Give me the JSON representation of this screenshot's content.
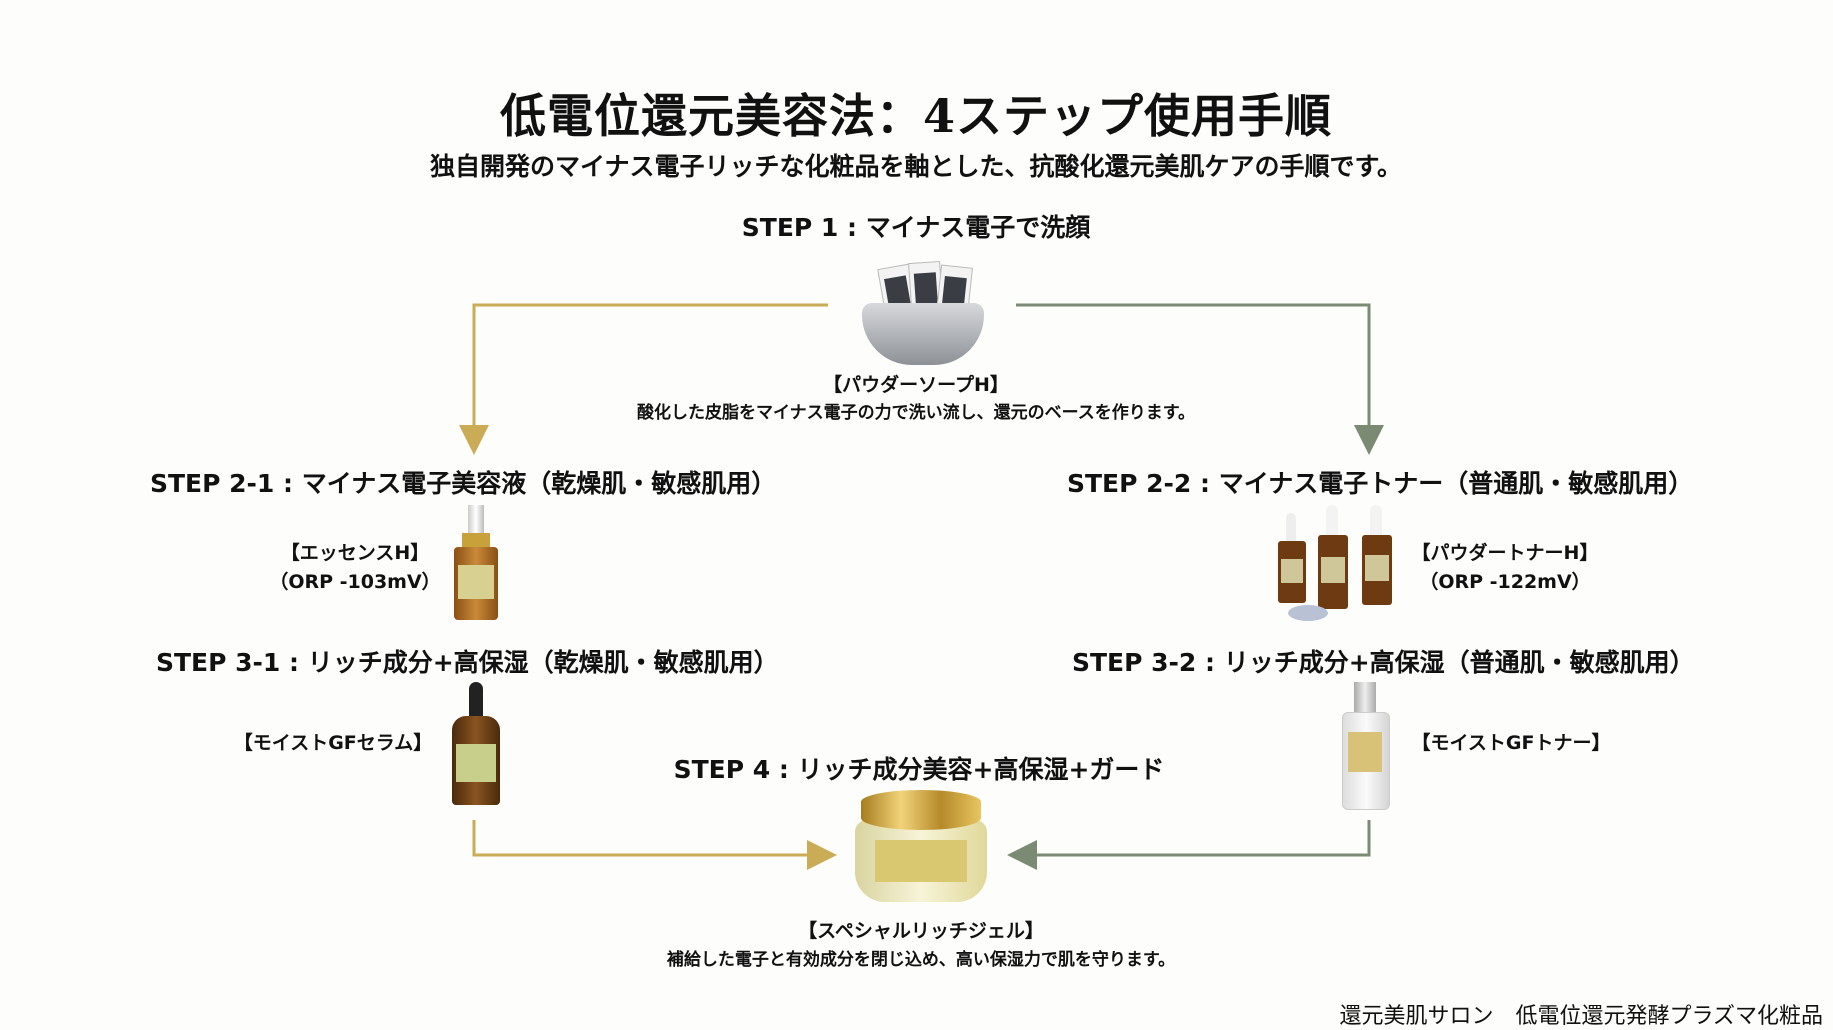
{
  "title": "低電位還元美容法：4ステップ使用手順",
  "subtitle": "独自開発のマイナス電子リッチな化粧品を軸とした、抗酸化還元美肌ケアの手順です。",
  "colors": {
    "gold_arrow": "#c9ac55",
    "green_arrow": "#7b8a72"
  },
  "step1": {
    "heading": "STEP 1 : マイナス電子で洗顔",
    "product": "【パウダーソープH】",
    "description": "酸化した皮脂をマイナス電子の力で洗い流し、還元のベースを作ります。"
  },
  "step2_1": {
    "heading": "STEP 2-1 : マイナス電子美容液（乾燥肌・敏感肌用）",
    "product": "【エッセンスH】",
    "orp": "（ORP -103mV）"
  },
  "step2_2": {
    "heading": "STEP 2-2 : マイナス電子トナー（普通肌・敏感肌用）",
    "product": "【パウダートナーH】",
    "orp": "（ORP -122mV）"
  },
  "step3_1": {
    "heading": "STEP 3-1 : リッチ成分+高保湿（乾燥肌・敏感肌用）",
    "product": "【モイストGFセラム】"
  },
  "step3_2": {
    "heading": "STEP 3-2 : リッチ成分+高保湿（普通肌・敏感肌用）",
    "product": "【モイストGFトナー】"
  },
  "step4": {
    "heading": "STEP 4 : リッチ成分美容+高保湿+ガード",
    "product": "【スペシャルリッチジェル】",
    "description": "補給した電子と有効成分を閉じ込め、高い保湿力で肌を守ります。"
  },
  "footer": "還元美肌サロン　低電位還元発酵プラズマ化粧品"
}
